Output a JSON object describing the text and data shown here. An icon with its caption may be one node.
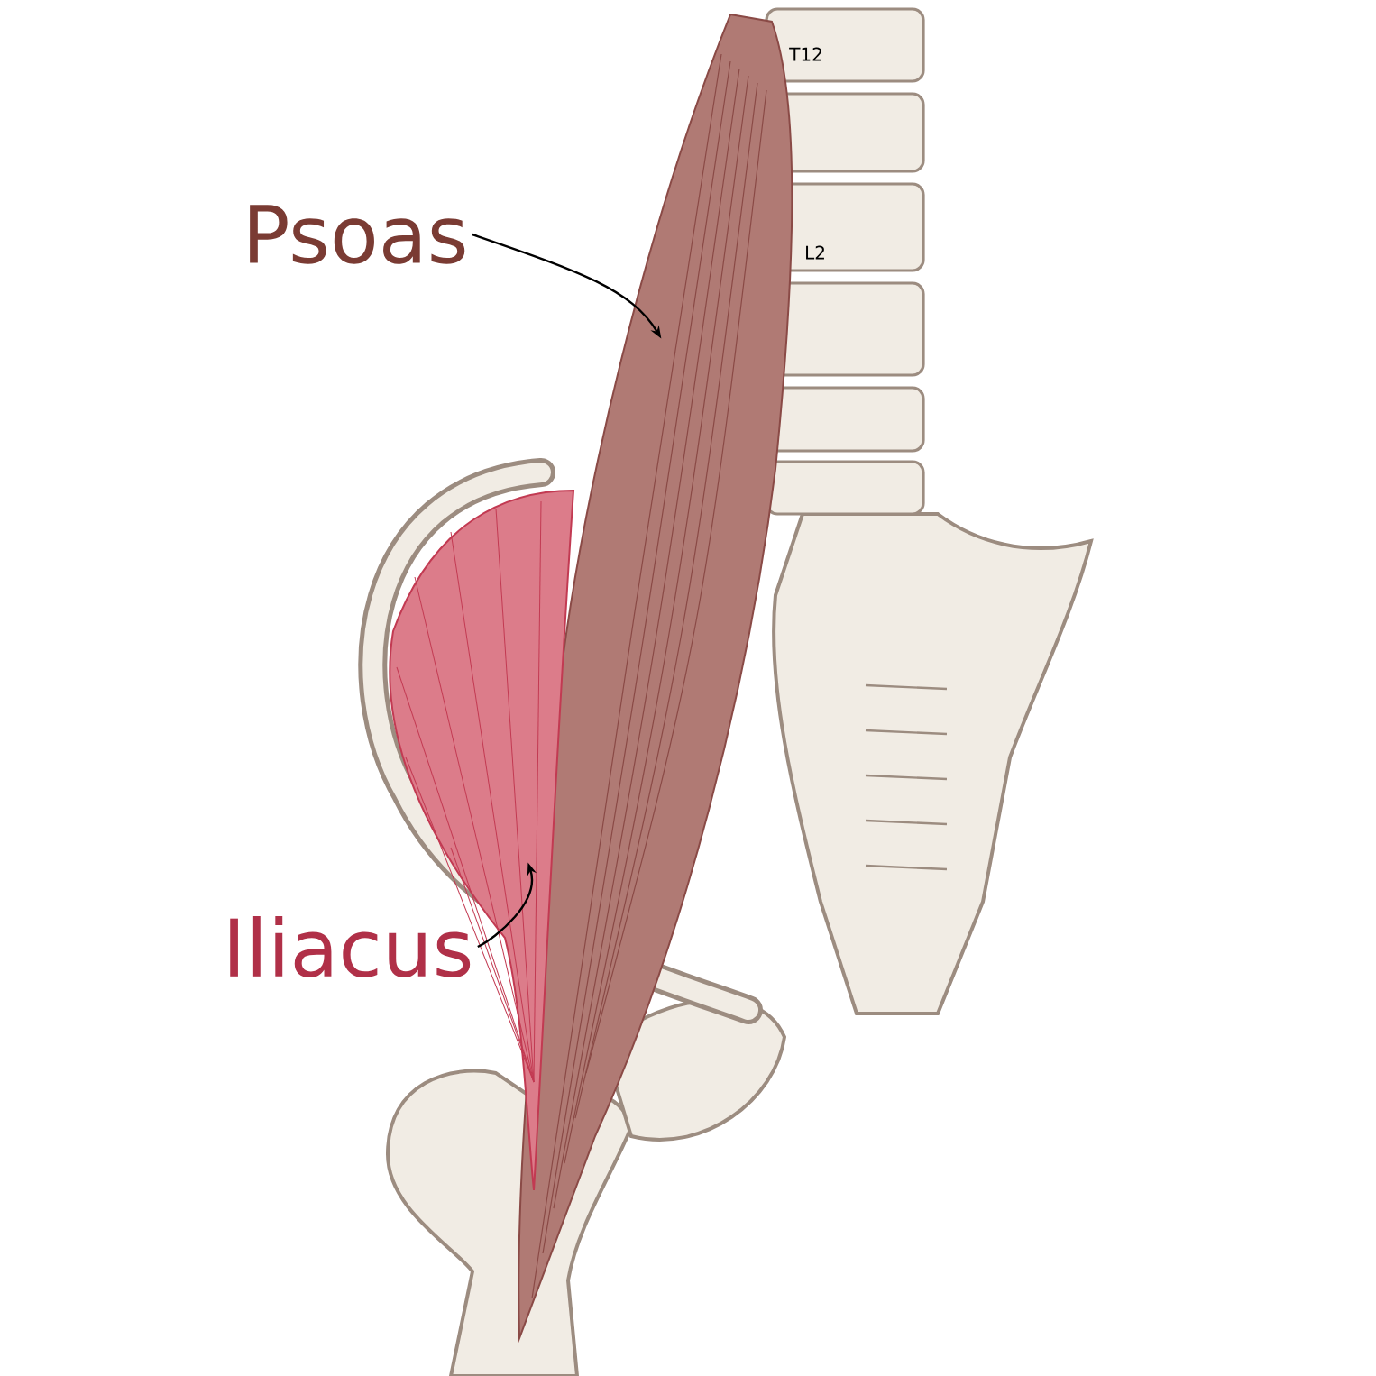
{
  "diagram": {
    "nodes": [
      {
        "text": [
          "Psoas"
        ]
      },
      {
        "text": [],
        "shape": "picture"
      },
      {
        "text": [
          "Iliacus"
        ]
      },
      {
        "text": [],
        "shape": "picture"
      }
    ],
    "edges": [
      {
        "from": 0,
        "to": 1,
        "arrow": "to"
      },
      {
        "from": 2,
        "to": 3,
        "arrow": "to"
      }
    ],
    "labels": [
      "T12",
      "L2"
    ]
  }
}
